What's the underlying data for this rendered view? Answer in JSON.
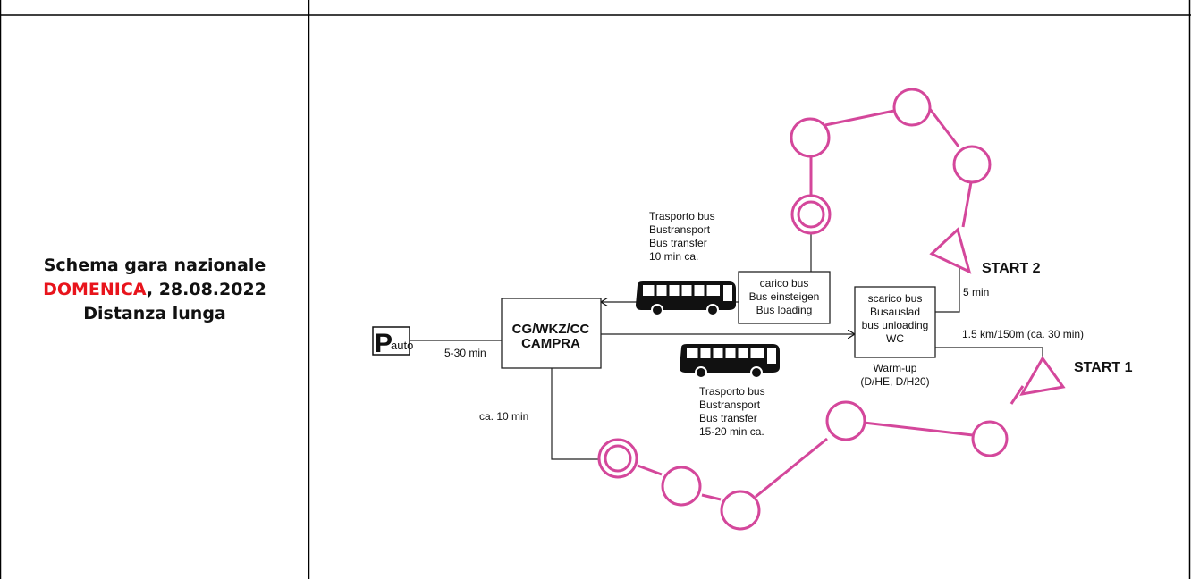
{
  "left": {
    "line1": "Schema gara nazionale",
    "day": "DOMENICA",
    "date": ", 28.08.2022",
    "line3": "Distanza lunga",
    "highlight_color": "#e8141c"
  },
  "diagram": {
    "parking": {
      "letter": "P",
      "sub": "auto"
    },
    "parking_to_campra": "5-30 min",
    "campra": {
      "line1": "CG/WKZ/CC",
      "line2": "CAMPRA"
    },
    "transfer_return": [
      "Trasporto bus",
      "Bustransport",
      "Bus transfer",
      "10 min ca."
    ],
    "transfer_out": [
      "Trasporto bus",
      "Bustransport",
      "Bus transfer",
      "15-20 min ca."
    ],
    "loading": [
      "carico bus",
      "Bus einsteigen",
      "Bus loading"
    ],
    "unloading": [
      "scarico bus",
      "Busauslad",
      "bus unloading",
      "WC"
    ],
    "warmup": [
      "Warm-up",
      "(D/HE, D/H20)"
    ],
    "start1": "START 1",
    "start2": "START 2",
    "start2_time": "5 min",
    "start1_route": "1.5 km/150m (ca. 30 min)",
    "campra_to_finish": "ca. 10 min",
    "course_color": "#d4479b"
  }
}
